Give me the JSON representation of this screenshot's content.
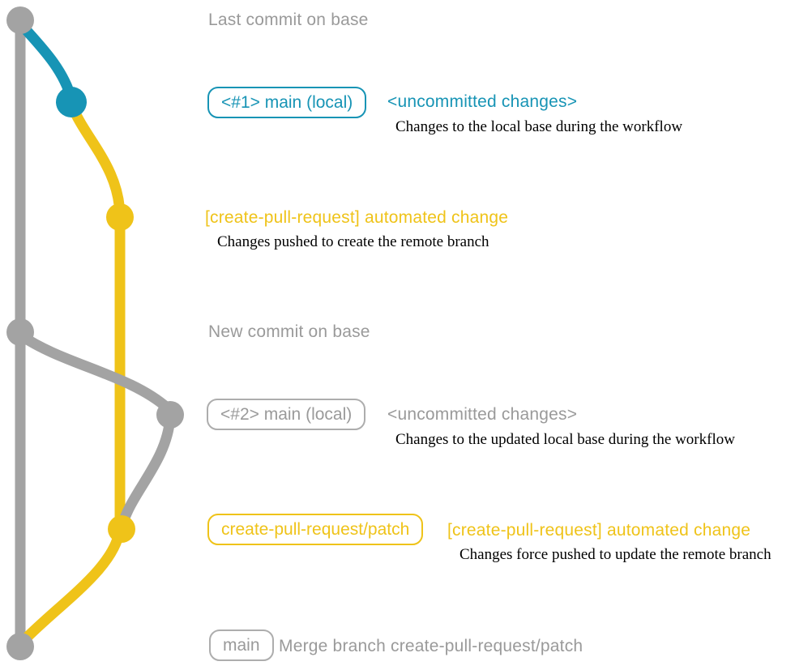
{
  "colors": {
    "teal": "#1794B5",
    "gold": "#EFC319",
    "gray_line": "#A3A3A3",
    "gray_text": "#9A9A9A",
    "ink": "#000000"
  },
  "graph": {
    "branch_colors": {
      "base": "#A3A3A3",
      "main_local": "#1794B5",
      "create_pull_request_patch": "#EFC319"
    },
    "commits": [
      {
        "id": "last-commit-on-base",
        "color": "gray"
      },
      {
        "id": "main-local-1",
        "color": "teal"
      },
      {
        "id": "patch-automated-change-1",
        "color": "gold"
      },
      {
        "id": "new-commit-on-base",
        "color": "gray"
      },
      {
        "id": "main-local-2",
        "color": "gray"
      },
      {
        "id": "patch-automated-change-2",
        "color": "gold"
      },
      {
        "id": "merge-commit",
        "color": "gray"
      }
    ]
  },
  "labels": {
    "last_commit": "Last commit on base",
    "row1_badge": "<#1> main (local)",
    "row1_title": "<uncommitted changes>",
    "row1_desc": "Changes to the local base during the workflow",
    "row2_title": "[create-pull-request] automated change",
    "row2_desc": "Changes pushed to create the remote branch",
    "new_commit": "New commit on base",
    "row3_badge": "<#2> main (local)",
    "row3_title": "<uncommitted changes>",
    "row3_desc": "Changes to the updated local base during the workflow",
    "row4_badge": "create-pull-request/patch",
    "row4_title": "[create-pull-request] automated change",
    "row4_desc": "Changes force pushed to update the remote branch",
    "row5_badge": "main",
    "row5_text": "Merge branch create-pull-request/patch"
  }
}
